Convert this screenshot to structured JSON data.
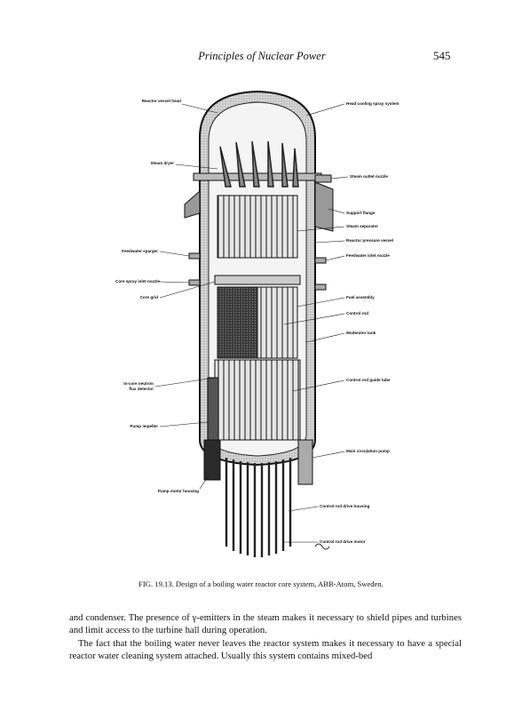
{
  "header": {
    "running_title": "Principles of Nuclear Power",
    "page_number": "545"
  },
  "figure": {
    "labels": {
      "reactor_vessel_head": "Reactor vessel head",
      "head_cooling_spray": "Head cooling spray system",
      "steam_dryer": "Steam dryer",
      "steam_outlet_nozzle": "Steam outlet nozzle",
      "support_flange": "Support flange",
      "steam_separator": "Steam separator",
      "reactor_pressure_vessel": "Reactor pressure vessel",
      "feedwater_sparger": "Feedwater sparger",
      "feedwater_inlet_nozzle": "Feedwater inlet nozzle",
      "core_spray_inlet_nozzle": "Core spray inlet nozzle",
      "core_grid": "Core grid",
      "fuel_assembly": "Fuel assembly",
      "control_rod": "Control rod",
      "moderator_tank": "Moderator tank",
      "in_core_neutron_1": "In-core neutron",
      "in_core_neutron_2": "flux detector",
      "control_rod_guide_tube": "Control rod guide tube",
      "pump_impeller": "Pump impeller",
      "main_circulation_pump": "Main circulation pump",
      "pump_motor_housing": "Pump motor housing",
      "control_rod_drive_housing": "Control rod drive housing",
      "control_rod_drive_motor": "Control rod drive motor"
    },
    "caption": "FIG. 19.13. Design of a boiling water reactor core system, ABB-Atom, Sweden."
  },
  "body": {
    "paragraph1": "and condenser. The presence of γ-emitters in the steam makes it necessary to shield pipes and turbines and limit access to the turbine hall during operation.",
    "paragraph2": "The fact that the boiling water never leaves the reactor system makes it necessary to have a special reactor water cleaning system attached. Usually this system contains mixed-bed"
  }
}
